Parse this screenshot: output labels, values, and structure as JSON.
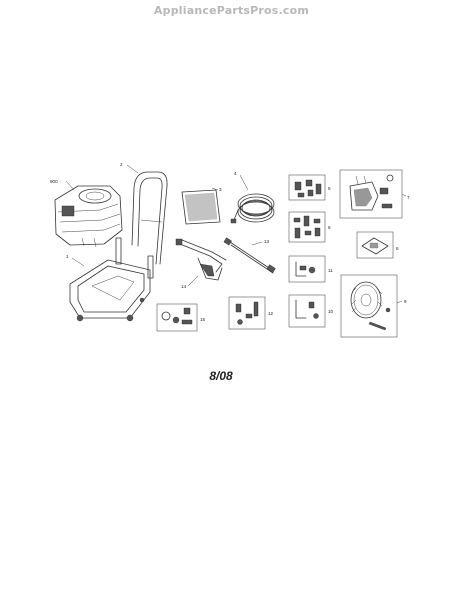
{
  "watermark": "AppliancePartsPros.com",
  "date_label": "8/08",
  "callouts": {
    "engine": "900",
    "frame": "1",
    "handle": "2",
    "manual": "3",
    "hose": "4",
    "hardware_5": "5",
    "hardware_6": "6",
    "pump": "7",
    "hardware_8": "8",
    "wheel": "9",
    "hardware_10": "10",
    "hardware_11": "11",
    "hardware_12": "12",
    "lance": "13",
    "gun": "14",
    "hardware_15": "15"
  }
}
